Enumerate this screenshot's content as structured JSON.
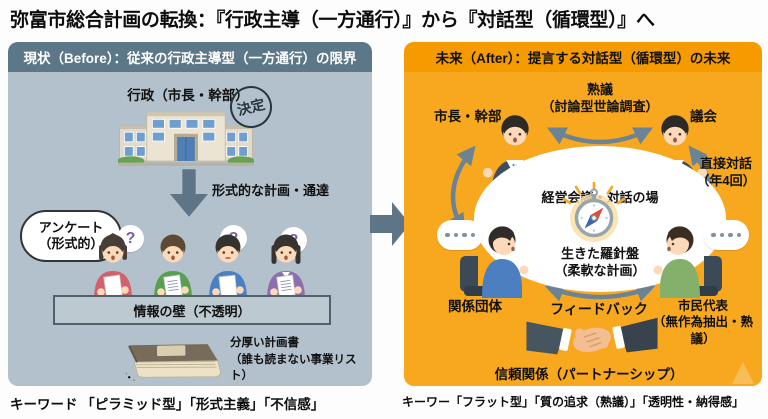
{
  "title": "弥富市総合計画の転換：『行政主導（一方通行）』から『対話型（循環型）』へ",
  "before": {
    "header": "現状（Before）：従来の行政主導型（一方通行）の限界",
    "admin_label": "行政（市長・幹部）",
    "decision_stamp": "決定",
    "plan_arrow_label": "形式的な計画・通達",
    "survey_bubble": "アンケート\n（形式的）",
    "question_mark": "?",
    "wall_label": "情報の壁（不透明）",
    "book_label": "分厚い計画書\n（誰も読まない事業リスト）",
    "keywords": "キーワード 「ピラミッド型」「形式主義」「不信感」"
  },
  "after": {
    "header": "未来（After）：提言する対話型（循環型）の未来",
    "deliberation_label": "熟議\n（討論型世論調査）",
    "mayor_label": "市長・幹部",
    "council_label": "議会",
    "direct_dialogue_label": "直接対話\n（年4回）",
    "meeting_label": "経営会議・対話の場",
    "compass_label": "生きた羅針盤\n（柔軟な計画）",
    "orgs_label": "関係団体",
    "feedback_label": "フィードバック",
    "citizens_label": "市民代表\n（無作為抽出・熟議）",
    "trust_label": "信頼関係（パートナーシップ）",
    "keywords": "キーワー「フラット型」「質の追求（熟議）」「透明性・納得感」"
  },
  "icons": {
    "decision_stamp": "circled-stamp",
    "down_arrow": "down-block-arrow",
    "transition_arrow": "right-block-arrow",
    "question_mark": "question-mark-bubble",
    "ellipsis_dots": "····",
    "compass": "glowing-compass",
    "handshake": "handshake",
    "city_hall": "city-hall-building",
    "thick_book": "thick-closed-book",
    "cycle_arrows": "double-headed-curved-arrows"
  },
  "colors": {
    "before_header": "#5c7787",
    "before_body": "#b2c1cb",
    "after_header": "#f59b00",
    "after_body": "#f8a81f",
    "arrow_slate": "#5d7586",
    "cycle_arrow": "#6b8394",
    "question_purple": "#7a5fa8"
  }
}
